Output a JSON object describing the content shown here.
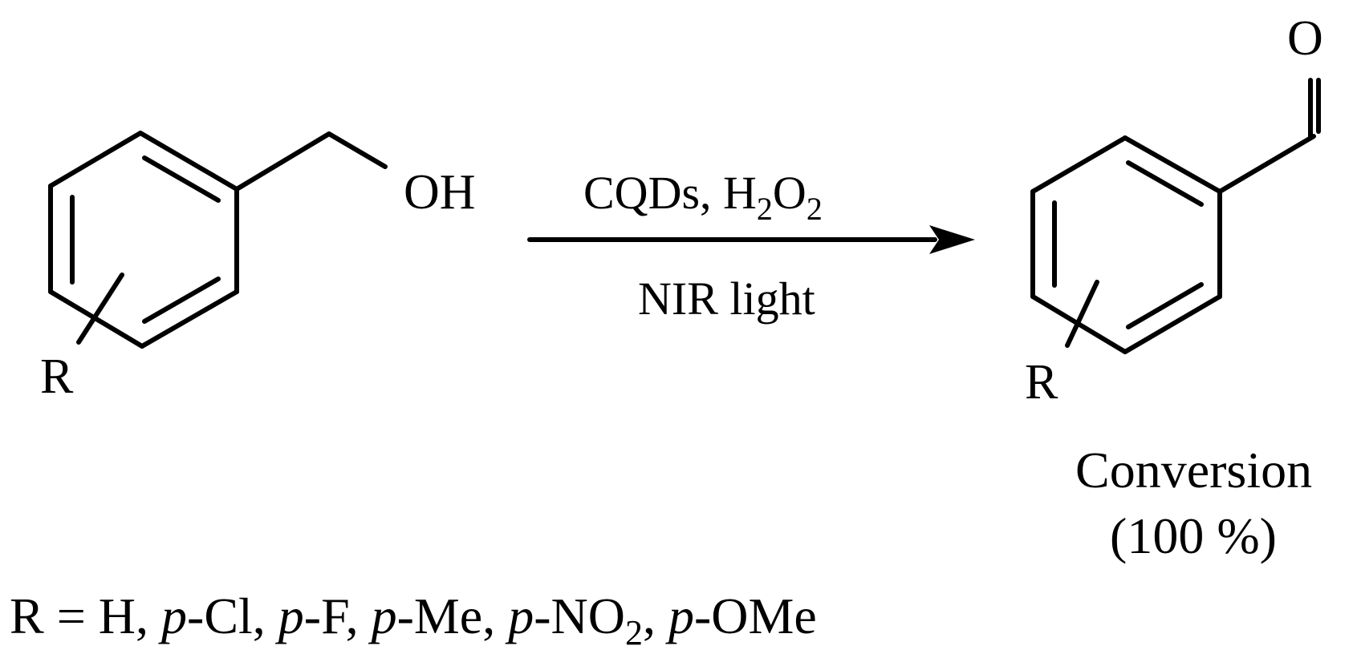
{
  "reactant": {
    "hydroxyl_label": "OH",
    "substituent_label": "R"
  },
  "reaction_arrow": {
    "conditions_above": {
      "text": "CQDs, H",
      "sub1": "2",
      "o": "O",
      "sub2": "2"
    },
    "conditions_below": "NIR light"
  },
  "product": {
    "oxygen_label": "O",
    "substituent_label": "R",
    "conversion_label": "Conversion",
    "conversion_value": "(100 %)"
  },
  "substituents": {
    "prefix": "R = H, ",
    "items": [
      {
        "p": "p",
        "group": "-Cl, "
      },
      {
        "p": "p",
        "group": "-F, "
      },
      {
        "p": "p",
        "group": "-Me, "
      },
      {
        "p": "p",
        "group": "-NO",
        "sub": "2",
        "tail": ", "
      },
      {
        "p": "p",
        "group": "-OMe"
      }
    ]
  }
}
